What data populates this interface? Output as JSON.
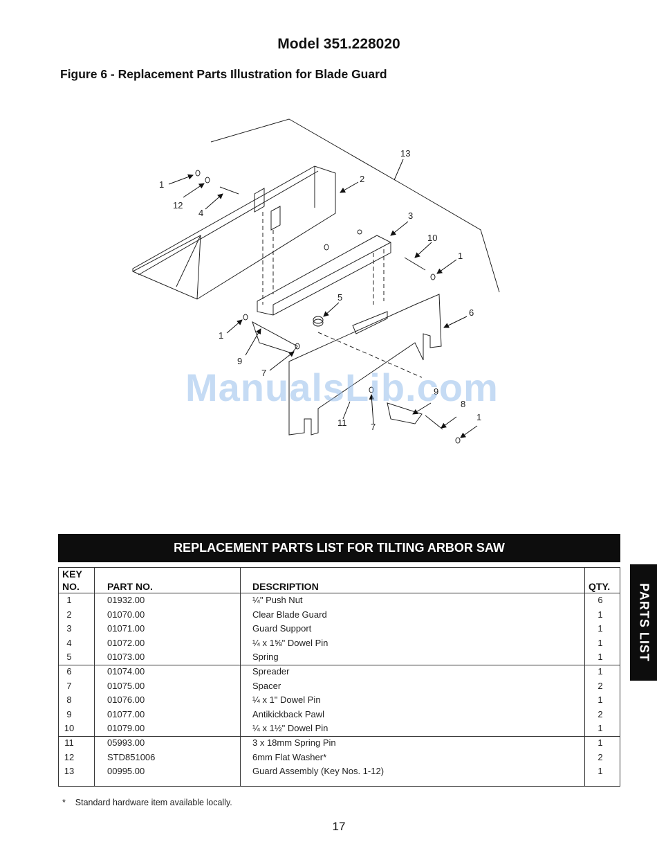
{
  "model_title": "Model 351.228020",
  "figure_title": "Figure 6 - Replacement Parts Illustration for Blade Guard",
  "watermark": "ManualsLib.com",
  "callouts": [
    "1",
    "2",
    "3",
    "4",
    "5",
    "6",
    "7",
    "9",
    "10",
    "11",
    "12",
    "13",
    "8"
  ],
  "list_banner": "REPLACEMENT PARTS LIST FOR TILTING ARBOR SAW",
  "table": {
    "headers": {
      "key_line1": "KEY",
      "key_line2": "NO.",
      "part": "PART NO.",
      "desc": "DESCRIPTION",
      "qty": "QTY."
    },
    "rows": [
      {
        "key": "1",
        "part": "01932.00",
        "desc": "¼\" Push Nut",
        "qty": "6"
      },
      {
        "key": "2",
        "part": "01070.00",
        "desc": "Clear Blade Guard",
        "qty": "1"
      },
      {
        "key": "3",
        "part": "01071.00",
        "desc": "Guard Support",
        "qty": "1"
      },
      {
        "key": "4",
        "part": "01072.00",
        "desc": "¼ x 1⅝\" Dowel Pin",
        "qty": "1"
      },
      {
        "key": "5",
        "part": "01073.00",
        "desc": "Spring",
        "qty": "1"
      },
      {
        "key": "6",
        "part": "01074.00",
        "desc": "Spreader",
        "qty": "1"
      },
      {
        "key": "7",
        "part": "01075.00",
        "desc": "Spacer",
        "qty": "2"
      },
      {
        "key": "8",
        "part": "01076.00",
        "desc": "¼ x 1\" Dowel Pin",
        "qty": "1"
      },
      {
        "key": "9",
        "part": "01077.00",
        "desc": "Antikickback Pawl",
        "qty": "2"
      },
      {
        "key": "10",
        "part": "01079.00",
        "desc": "¼ x 1½\" Dowel Pin",
        "qty": "1"
      },
      {
        "key": "11",
        "part": "05993.00",
        "desc": "3 x 18mm Spring Pin",
        "qty": "1"
      },
      {
        "key": "12",
        "part": "STD851006",
        "desc": "6mm Flat Washer*",
        "qty": "2"
      },
      {
        "key": "13",
        "part": "00995.00",
        "desc": "Guard Assembly (Key Nos. 1-12)",
        "qty": "1"
      }
    ]
  },
  "side_tab": "PARTS LIST",
  "footnote_mark": "*",
  "footnote": "Standard hardware item available locally.",
  "page_number": "17"
}
